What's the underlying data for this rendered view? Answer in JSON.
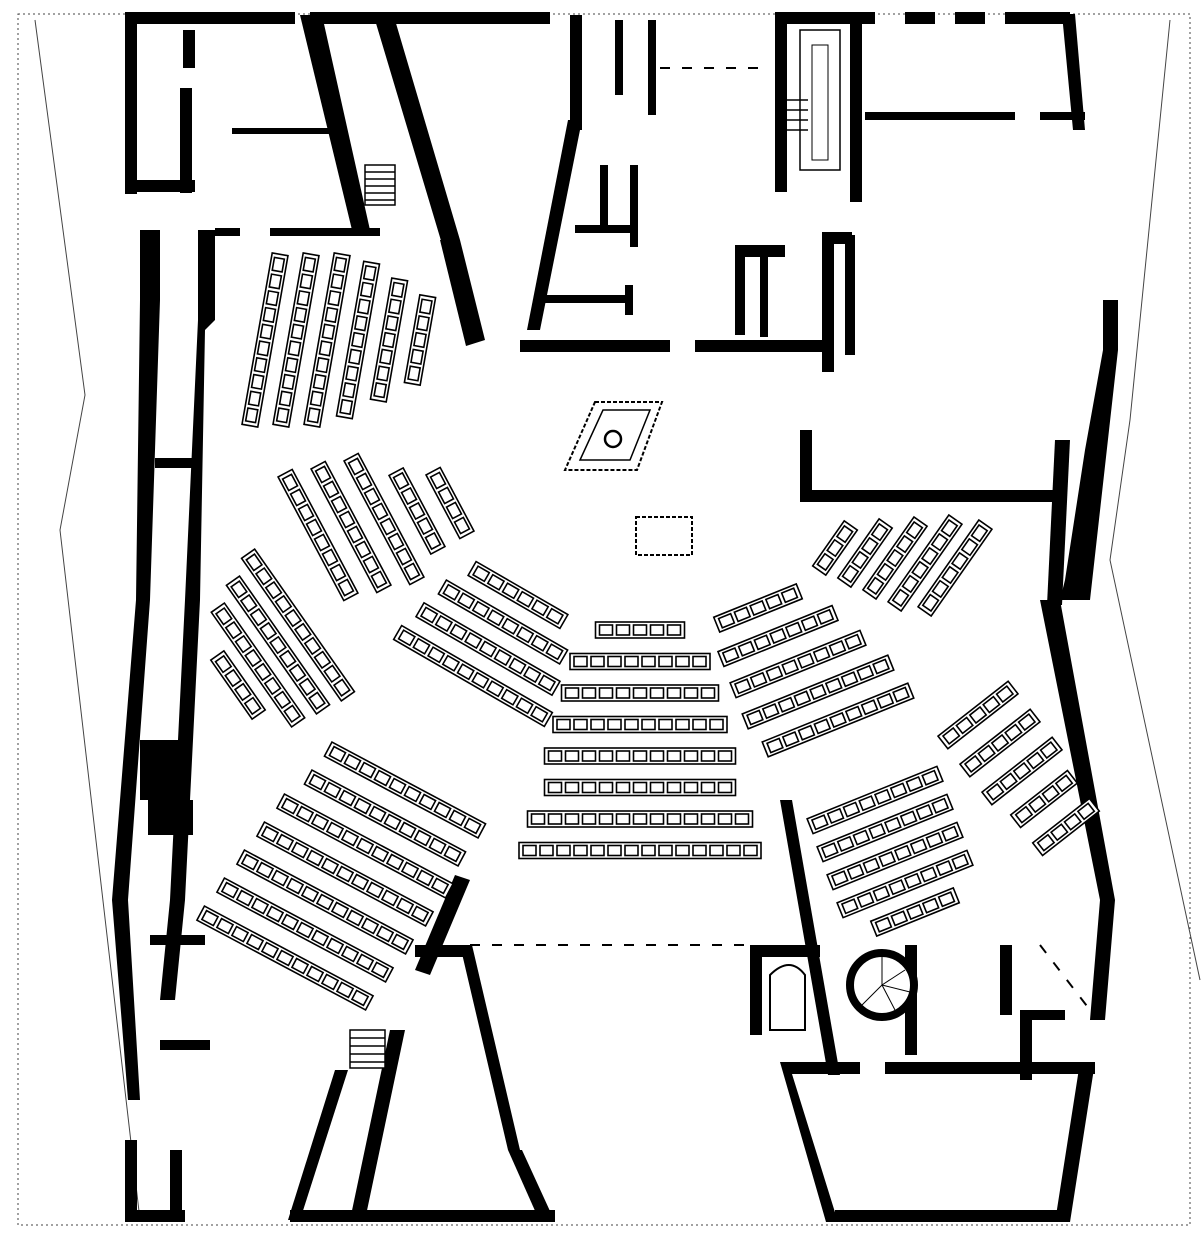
{
  "plan": {
    "kind": "architectural-floor-plan",
    "style": "black walls on white, no printed text",
    "colors": {
      "wall": "#000000",
      "background": "#ffffff",
      "seat_fill": "#ffffff"
    },
    "seating": {
      "center_rows_seats": [
        5,
        8,
        9,
        10,
        11,
        11,
        13,
        14
      ],
      "left_upper_rows_seats": [
        10,
        10,
        10,
        9,
        7,
        5
      ],
      "left_middle_rows_seats": [
        8,
        8,
        8,
        5,
        4
      ],
      "left_outer_rows_seats": [
        10,
        9,
        8,
        4
      ],
      "left_wing_rows_seats": [
        6,
        8,
        9,
        10
      ],
      "left_lower_rows_seats": [
        10,
        10,
        11,
        11,
        11,
        11,
        11
      ],
      "right_upper_rows_seats": [
        3,
        4,
        5,
        6,
        6
      ],
      "right_wing_rows_seats": [
        5,
        7,
        8,
        9,
        9
      ],
      "right_middle_rows_seats": [
        5,
        5,
        5,
        4,
        4
      ],
      "right_lower_rows_seats": [
        8,
        8,
        8,
        8,
        5
      ]
    }
  }
}
